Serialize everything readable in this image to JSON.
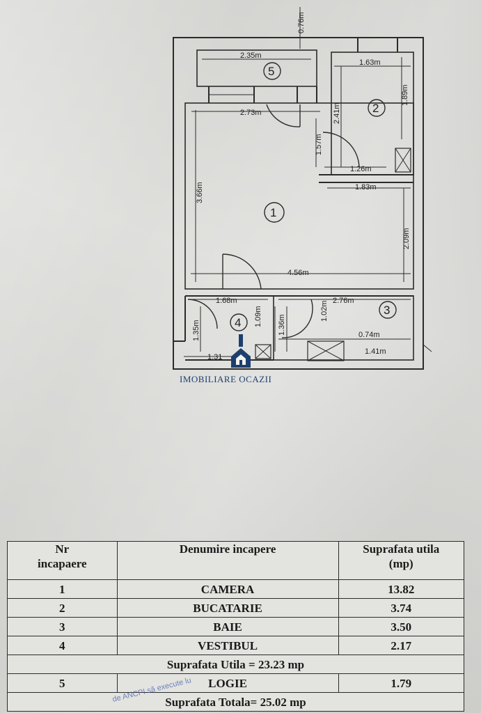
{
  "plan": {
    "dims": {
      "d076": "0.76m",
      "d235": "2.35m",
      "d163": "1.63m",
      "d189": "1.89m",
      "d273": "2.73m",
      "d241": "2.41m",
      "d157": "1.57m",
      "d126": "1.26m",
      "d183": "1.83m",
      "d366": "3.66m",
      "d209": "2.09m",
      "d456": "4.56m",
      "d168": "1.68m",
      "d276": "2.76m",
      "d135": "1.35m",
      "d109": "1.09m",
      "d136": "1.36m",
      "d102": "1.02m",
      "d074": "0.74m",
      "d141": "1.41m",
      "d131": "1.31"
    },
    "rooms": {
      "r1": "1",
      "r2": "2",
      "r3": "3",
      "r4": "4",
      "r5": "5"
    }
  },
  "watermark": {
    "text": "IMOBILIARE OCAZII",
    "brand_color": "#1d3f6e"
  },
  "table": {
    "header": {
      "col1_line1": "Nr",
      "col1_line2": "incapaere",
      "col2": "Denumire incapere",
      "col3_line1": "Suprafata utila",
      "col3_line2": "(mp)"
    },
    "rows": [
      {
        "nr": "1",
        "name": "CAMERA",
        "area": "13.82"
      },
      {
        "nr": "2",
        "name": "BUCATARIE",
        "area": "3.74"
      },
      {
        "nr": "3",
        "name": "BAIE",
        "area": "3.50"
      },
      {
        "nr": "4",
        "name": "VESTIBUL",
        "area": "2.17"
      }
    ],
    "useful_total": "Suprafata  Utila =   23.23 mp",
    "extra_row": {
      "nr": "5",
      "name": "LOGIE",
      "area": "1.79"
    },
    "grand_total": "Suprafata  Totala=   25.02 mp"
  },
  "stamp": {
    "text": "de ANCPI să execute lu"
  }
}
